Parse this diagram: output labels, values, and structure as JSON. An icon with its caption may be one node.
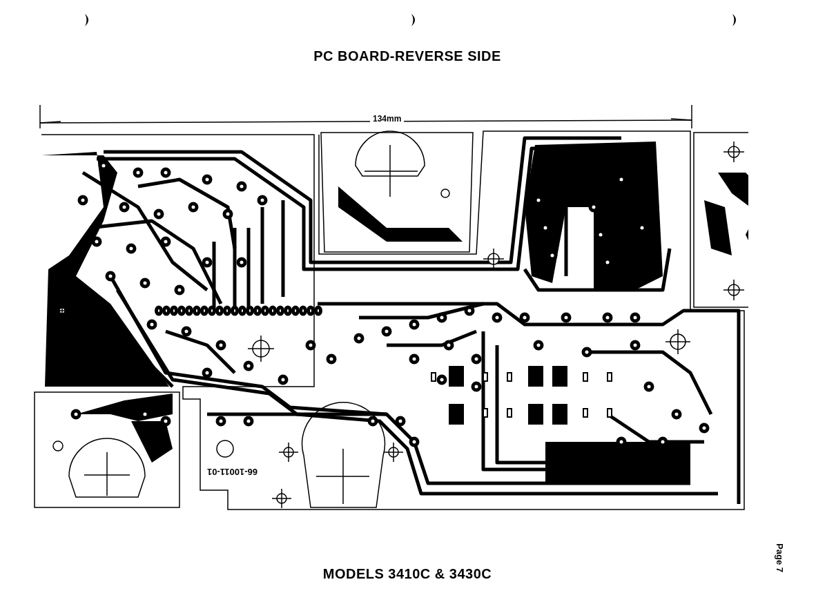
{
  "diagram": {
    "title": "PC BOARD-REVERSE SIDE",
    "caption": "MODELS 3410C & 3430C",
    "labels": [
      "134mm",
      "66-10011-01",
      "Page 7"
    ]
  }
}
